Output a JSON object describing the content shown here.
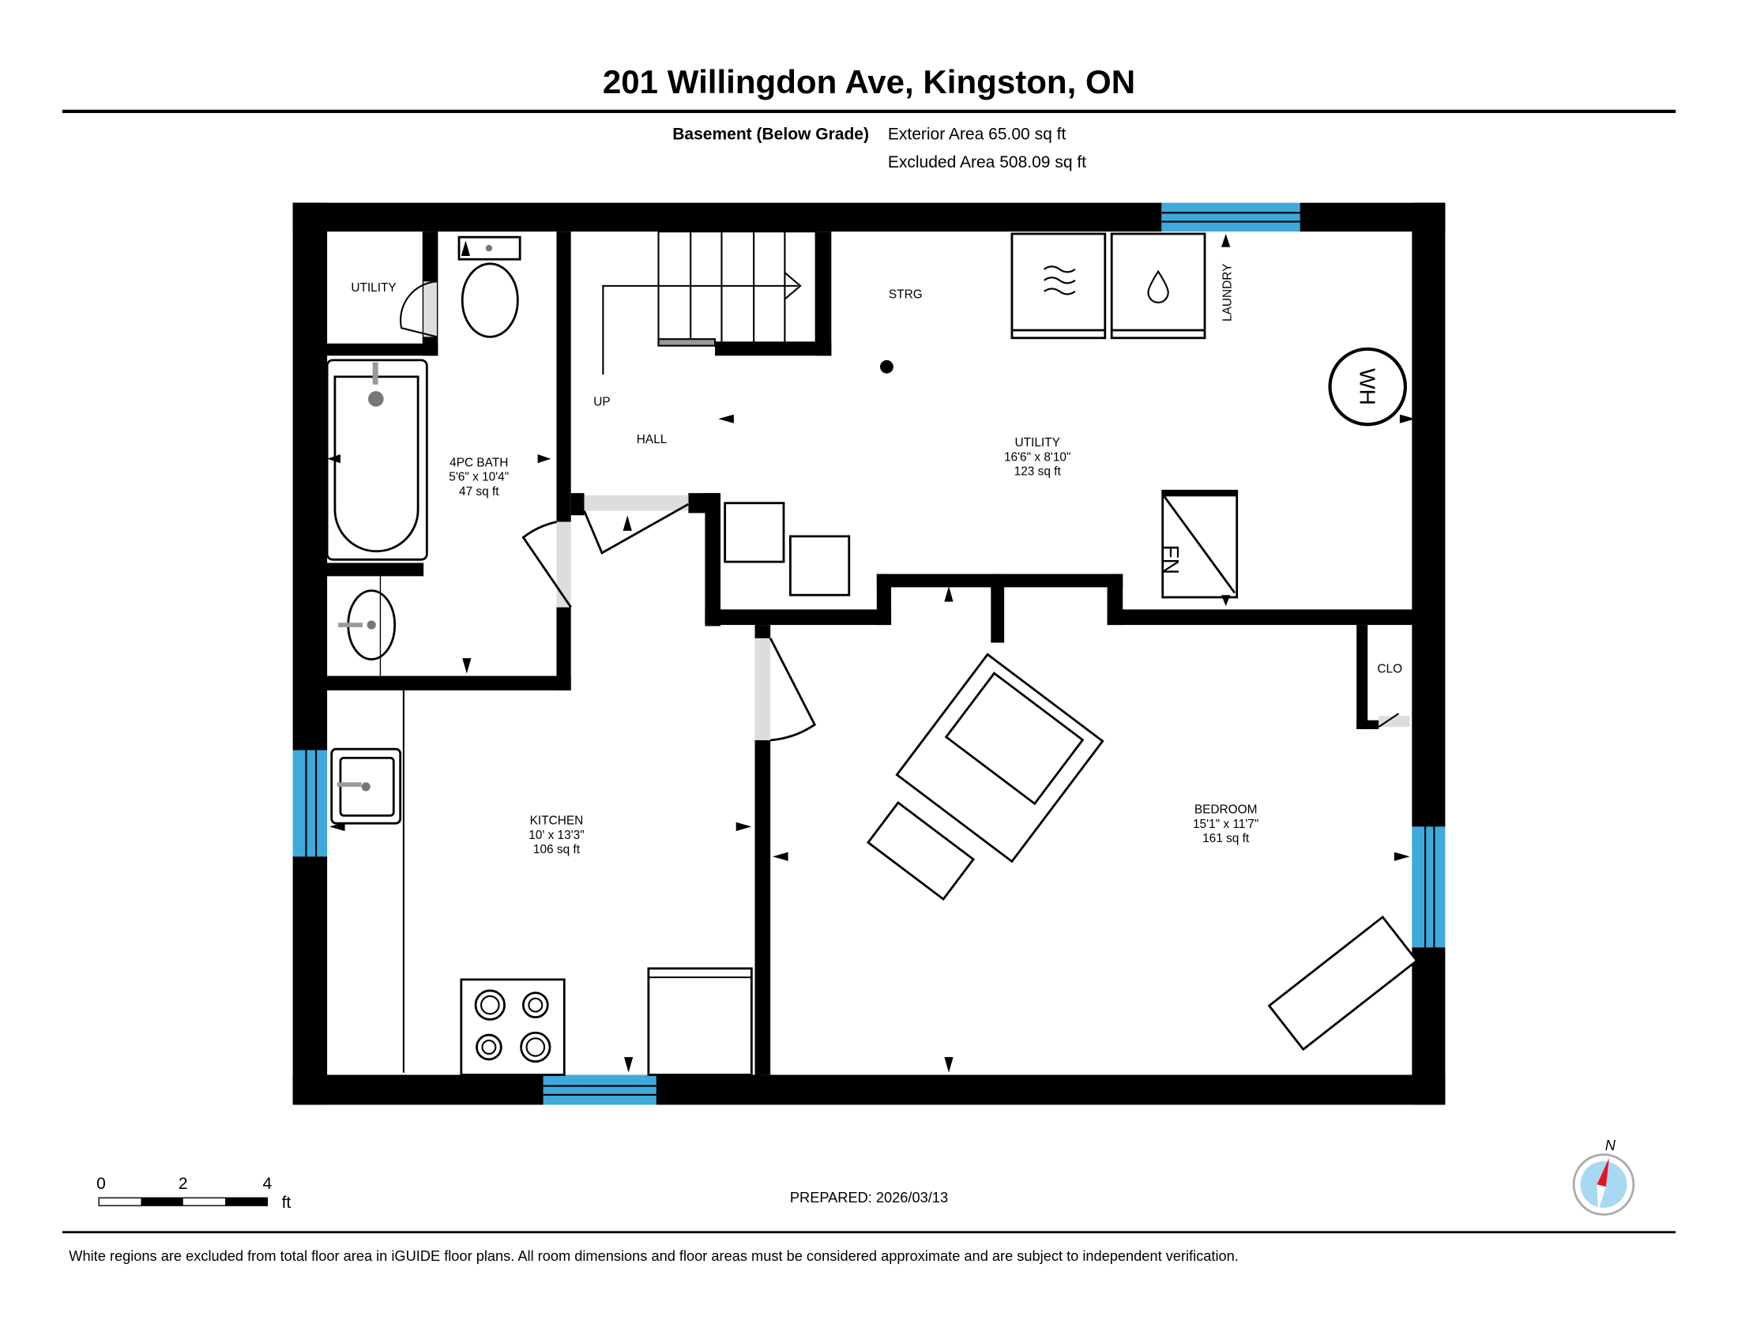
{
  "header": {
    "title": "201 Willingdon Ave, Kingston, ON",
    "floor": "Basement (Below Grade)",
    "exterior_area": "Exterior Area 65.00 sq ft",
    "excluded_area": "Excluded Area 508.09 sq ft"
  },
  "rooms": {
    "utility_small": {
      "name": "UTILITY"
    },
    "bath": {
      "name": "4PC BATH",
      "dims": "5'6\" x 10'4\"",
      "area": "47 sq ft"
    },
    "up": {
      "name": "UP"
    },
    "hall": {
      "name": "HALL"
    },
    "strg": {
      "name": "STRG"
    },
    "laundry": {
      "name": "LAUNDRY"
    },
    "utility": {
      "name": "UTILITY",
      "dims": "16'6\" x 8'10\"",
      "area": "123 sq ft"
    },
    "wh": {
      "name": "WH"
    },
    "fn": {
      "name": "FN"
    },
    "clo": {
      "name": "CLO"
    },
    "kitchen": {
      "name": "KITCHEN",
      "dims": "10' x 13'3\"",
      "area": "106 sq ft"
    },
    "bedroom": {
      "name": "BEDROOM",
      "dims": "15'1\" x 11'7\"",
      "area": "161 sq ft"
    }
  },
  "scale_bar": {
    "ticks": [
      "0",
      "2",
      "4"
    ],
    "unit": "ft"
  },
  "prepared": "PREPARED: 2026/03/13",
  "compass": {
    "label": "N"
  },
  "footer": "White regions are excluded from total floor area in iGUIDE floor plans. All room dimensions and floor areas must be considered approximate and are subject to independent verification.",
  "colors": {
    "window": "#3fa9dc",
    "wall": "#000000",
    "compass_needle": "#e8141b"
  }
}
